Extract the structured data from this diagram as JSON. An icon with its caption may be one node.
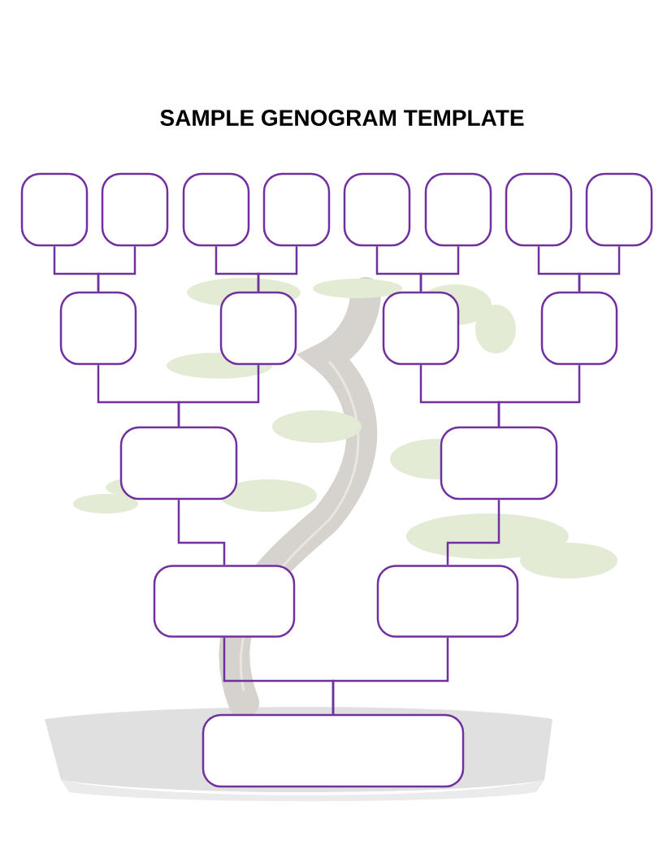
{
  "diagram": {
    "title": "SAMPLE GENOGRAM TEMPLATE",
    "nodes": [
      {
        "text": [],
        "shape": "box"
      },
      {
        "text": [],
        "shape": "box"
      },
      {
        "text": [],
        "shape": "box"
      },
      {
        "text": [],
        "shape": "box"
      },
      {
        "text": [],
        "shape": "box"
      },
      {
        "text": [],
        "shape": "box"
      },
      {
        "text": [],
        "shape": "box"
      },
      {
        "text": [],
        "shape": "box"
      },
      {
        "text": [],
        "shape": "box"
      },
      {
        "text": [],
        "shape": "box"
      },
      {
        "text": [],
        "shape": "box"
      },
      {
        "text": [],
        "shape": "box"
      },
      {
        "text": [],
        "shape": "box"
      },
      {
        "text": [],
        "shape": "box"
      },
      {
        "text": [],
        "shape": "box"
      },
      {
        "text": [],
        "shape": "box"
      },
      {
        "text": [],
        "shape": "box"
      }
    ],
    "edges": [
      {
        "from": 0,
        "to": 8,
        "arrow": "none"
      },
      {
        "from": 1,
        "to": 8,
        "arrow": "none"
      },
      {
        "from": 2,
        "to": 9,
        "arrow": "none"
      },
      {
        "from": 3,
        "to": 9,
        "arrow": "none"
      },
      {
        "from": 4,
        "to": 10,
        "arrow": "none"
      },
      {
        "from": 5,
        "to": 10,
        "arrow": "none"
      },
      {
        "from": 6,
        "to": 11,
        "arrow": "none"
      },
      {
        "from": 7,
        "to": 11,
        "arrow": "none"
      },
      {
        "from": 8,
        "to": 12,
        "arrow": "none"
      },
      {
        "from": 9,
        "to": 12,
        "arrow": "none"
      },
      {
        "from": 10,
        "to": 13,
        "arrow": "none"
      },
      {
        "from": 11,
        "to": 13,
        "arrow": "none"
      },
      {
        "from": 12,
        "to": 14,
        "arrow": "none"
      },
      {
        "from": 13,
        "to": 15,
        "arrow": "none"
      },
      {
        "from": 14,
        "to": 16,
        "arrow": "none"
      },
      {
        "from": 15,
        "to": 16,
        "arrow": "none"
      }
    ]
  }
}
